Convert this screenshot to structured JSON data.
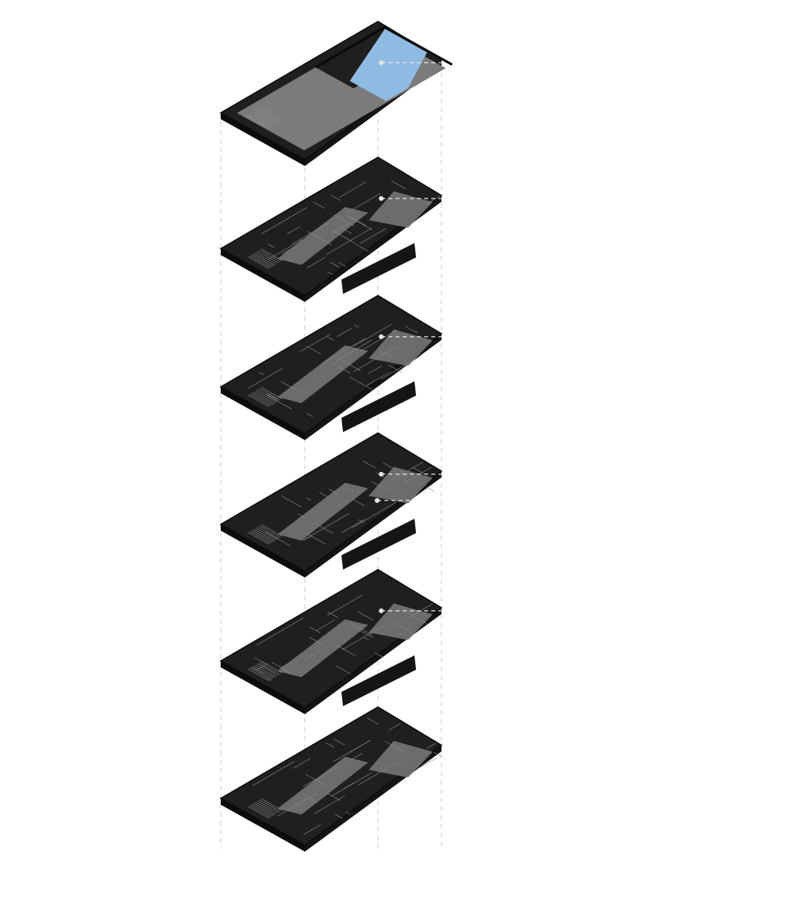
{
  "diagram": {
    "type": "exploded-axonometric-floor-stack",
    "label_text": [],
    "colors": {
      "background": "#ffffff",
      "slab": "#1f1f1f",
      "slab_edge": "#0c0c0c",
      "linework": "#8a8a8a",
      "highlight_zone": "#7a7a7a",
      "pool_water": "#8fbbe3",
      "roof_deck": "#7b7b7b",
      "guide_line": "#c8c8c8",
      "marker": "#e6e6e6"
    },
    "levels": [
      {
        "level": "roof",
        "kind": "roof-terrace-with-pool",
        "markers": 1
      },
      {
        "level": "floor-5",
        "kind": "typical-floor",
        "markers": 1
      },
      {
        "level": "floor-4",
        "kind": "typical-floor",
        "markers": 1
      },
      {
        "level": "floor-3",
        "kind": "typical-floor",
        "markers": 2
      },
      {
        "level": "floor-2",
        "kind": "typical-floor",
        "markers": 1
      },
      {
        "level": "ground",
        "kind": "ground-floor",
        "markers": 0
      }
    ]
  }
}
